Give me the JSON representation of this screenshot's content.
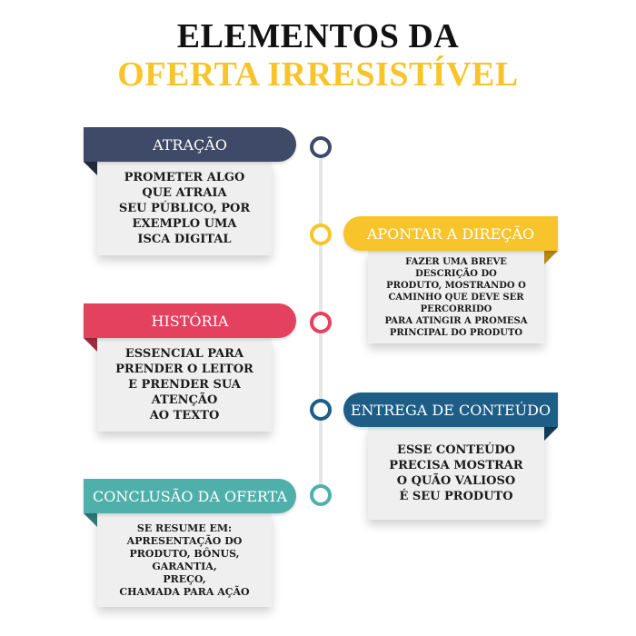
{
  "title": {
    "line1": "ELEMENTOS DA",
    "line2": "OFERTA IRRESISTÍVEL"
  },
  "colors": {
    "atracao": "#3e4a67",
    "apontar": "#f8c42b",
    "historia": "#e4415f",
    "entrega": "#1d5d86",
    "conclusao": "#4fb0ab",
    "title_accent": "#f8c42b"
  },
  "steps": [
    {
      "label": "ATRAÇÃO",
      "text": "PROMETER ALGO\nQUE ATRAIA\nSEU PÚBLICO, POR\nEXEMPLO UMA\nISCA DIGITAL"
    },
    {
      "label": "APONTAR A DIREÇÃO",
      "text": "FAZER UMA BREVE\nDESCRIÇÃO DO\nPRODUTO, MOSTRANDO O\nCAMINHO QUE DEVE SER\nPERCORRIDO\nPARA ATINGIR A PROMESA\nPRINCIPAL DO PRODUTO"
    },
    {
      "label": "HISTÓRIA",
      "text": "ESSENCIAL PARA\nPRENDER O LEITOR\nE PRENDER SUA\nATENÇÃO\nAO TEXTO"
    },
    {
      "label": "ENTREGA DE CONTEÚDO",
      "text": "ESSE CONTEÚDO\nPRECISA MOSTRAR\nO QUÃO VALIOSO\nÉ SEU PRODUTO"
    },
    {
      "label": "CONCLUSÃO DA OFERTA",
      "text": "SE RESUME EM:\nAPRESENTAÇÃO DO\nPRODUTO, BÔNUS,\nGARANTIA,\nPREÇO,\nCHAMADA PARA AÇÃO"
    }
  ]
}
